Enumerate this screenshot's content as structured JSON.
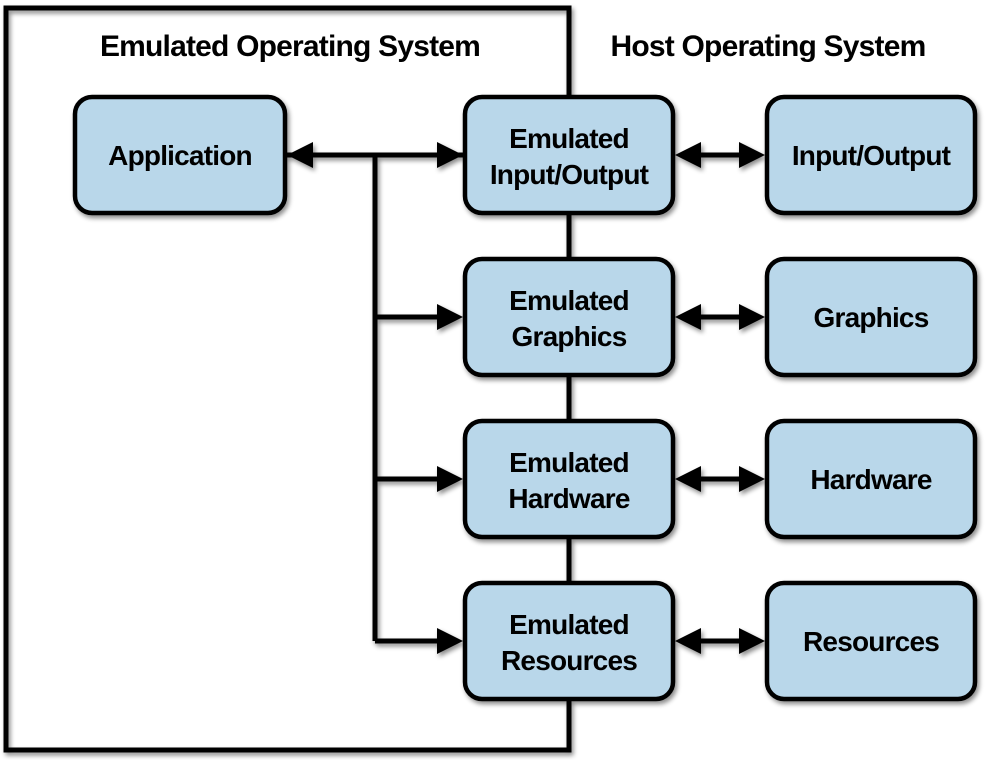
{
  "colors": {
    "node_fill": "#b9d7ea",
    "line": "#000000",
    "background": "#ffffff"
  },
  "regions": {
    "emulated": {
      "title": "Emulated Operating System"
    },
    "host": {
      "title": "Host Operating System"
    }
  },
  "nodes": {
    "application": "Application",
    "emulated": [
      {
        "line1": "Emulated",
        "line2": "Input/Output"
      },
      {
        "line1": "Emulated",
        "line2": "Graphics"
      },
      {
        "line1": "Emulated",
        "line2": "Hardware"
      },
      {
        "line1": "Emulated",
        "line2": "Resources"
      }
    ],
    "host": [
      "Input/Output",
      "Graphics",
      "Hardware",
      "Resources"
    ]
  }
}
